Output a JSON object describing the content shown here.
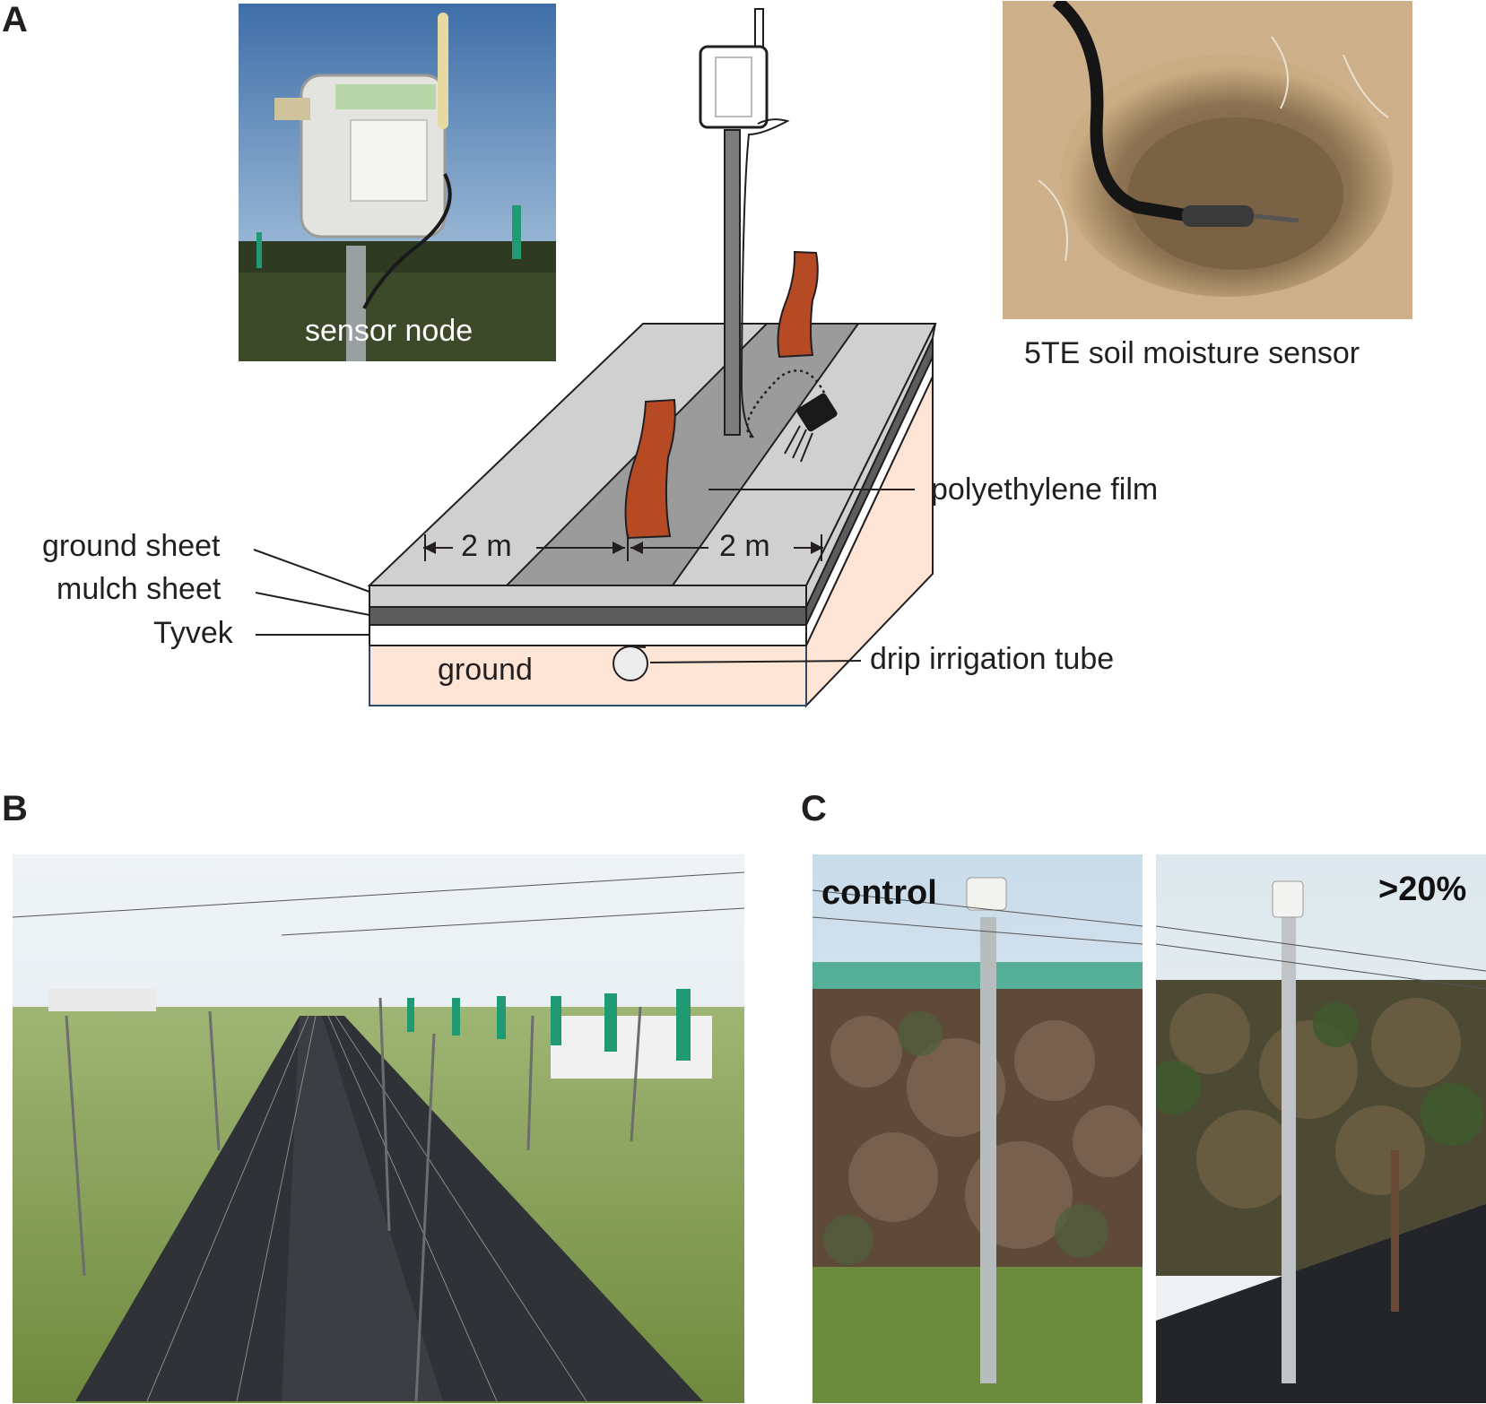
{
  "panels": {
    "a": {
      "letter": "A"
    },
    "b": {
      "letter": "B"
    },
    "c": {
      "letter": "C"
    }
  },
  "photo_captions": {
    "sensor_node": "sensor node",
    "soil_sensor": "5TE soil moisture sensor",
    "control": "control",
    "treatment": ">20%"
  },
  "diagram": {
    "layers": {
      "ground_sheet": "ground sheet",
      "mulch_sheet": "mulch sheet",
      "tyvek": "Tyvek",
      "ground": "ground"
    },
    "polyethylene_film": "polyethylene film",
    "drip_irrigation_tube": "drip irrigation tube",
    "width_left": "2 m",
    "width_right": "2 m"
  },
  "colors": {
    "light_sheet": "#d0d0d0",
    "film": "#9b9b9b",
    "mulch": "#5d5d5d",
    "ground_fill": "#fde4d5",
    "vine_trunk": "#b64a24",
    "outline": "#231f20"
  }
}
